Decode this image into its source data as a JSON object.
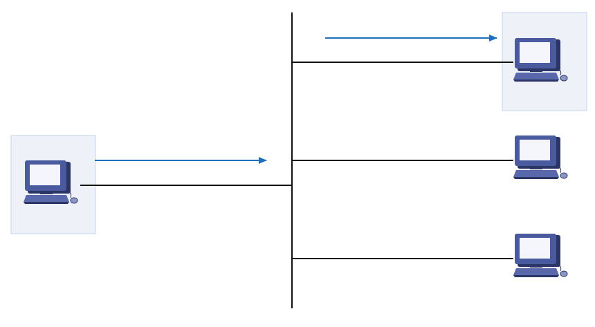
{
  "diagram": {
    "kind": "network-unicast",
    "icon": "computer-icon",
    "colors": {
      "background": "#ffffff",
      "wire": "#111111",
      "arrow": "#1f6fbf",
      "highlight_fill": "#eef1f8",
      "highlight_border": "#c4d2e8",
      "monitor_body": "#4a5a9e",
      "monitor_screen": "#f4f6fb",
      "monitor_shadow": "#2b3566",
      "keyboard": "#5868ab",
      "mouse": "#8a96c4"
    },
    "nodes": [
      {
        "id": "sender",
        "role": "source",
        "highlighted": true
      },
      {
        "id": "receiver-1",
        "role": "destination",
        "highlighted": true
      },
      {
        "id": "host-2",
        "role": "idle",
        "highlighted": false
      },
      {
        "id": "host-3",
        "role": "idle",
        "highlighted": false
      }
    ],
    "flows": [
      {
        "from": "sender",
        "to": "bus",
        "direction": "right"
      },
      {
        "from": "bus",
        "to": "receiver-1",
        "direction": "right"
      }
    ]
  }
}
